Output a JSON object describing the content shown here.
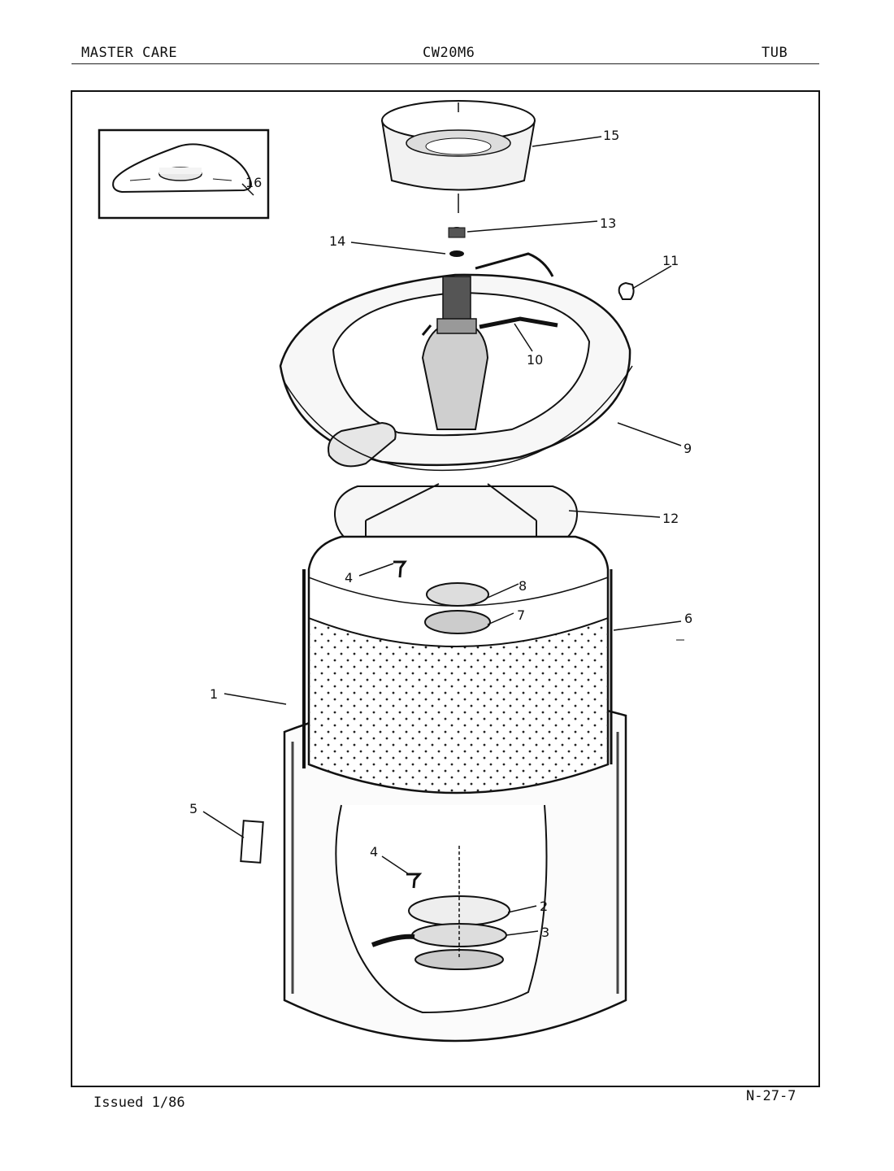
{
  "header": {
    "left": "MASTER CARE",
    "center": "CW20M6",
    "right": "TUB"
  },
  "footer": {
    "left": "Issued 1/86",
    "right": "N-27-7"
  },
  "diagram": {
    "callouts": [
      {
        "id": "c15",
        "label": "15"
      },
      {
        "id": "c13",
        "label": "13"
      },
      {
        "id": "c14",
        "label": "14"
      },
      {
        "id": "c11",
        "label": "11"
      },
      {
        "id": "c10",
        "label": "10"
      },
      {
        "id": "c9",
        "label": "9"
      },
      {
        "id": "c12",
        "label": "12"
      },
      {
        "id": "c16",
        "label": "16"
      },
      {
        "id": "c4a",
        "label": "4"
      },
      {
        "id": "c8",
        "label": "8"
      },
      {
        "id": "c7",
        "label": "7"
      },
      {
        "id": "c6",
        "label": "6"
      },
      {
        "id": "c1",
        "label": "1"
      },
      {
        "id": "c5",
        "label": "5"
      },
      {
        "id": "c4b",
        "label": "4"
      },
      {
        "id": "c2",
        "label": "2"
      },
      {
        "id": "c3",
        "label": "3"
      }
    ]
  }
}
